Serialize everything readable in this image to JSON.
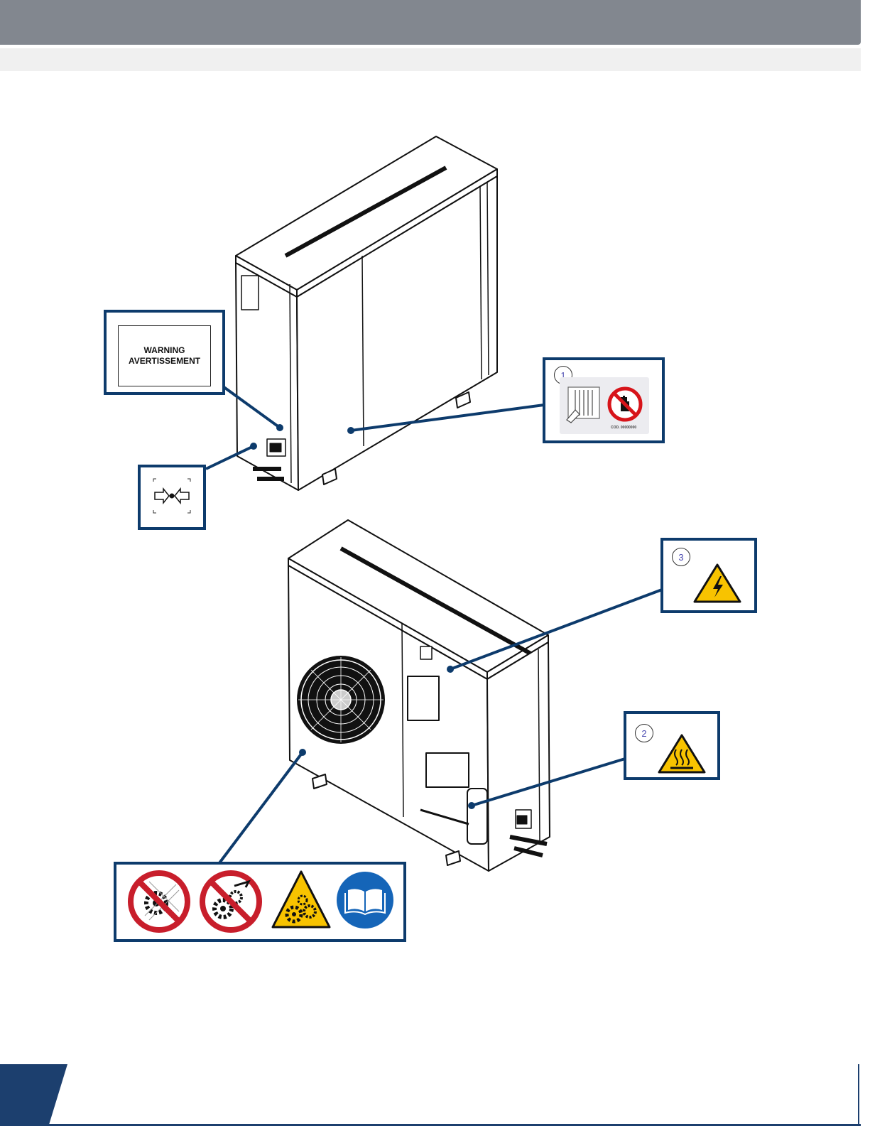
{
  "header": {
    "bar_color": "#82878f"
  },
  "accent_color": "#0d3b6c",
  "labels": {
    "warning": {
      "line1": "WARNING",
      "line2": "AVERTISSEMENT"
    },
    "label_1": {
      "number": "1",
      "icons": [
        "electrical-hazard-plug-icon",
        "do-not-touch-icon"
      ],
      "code": "COD. 00000000"
    },
    "label_2": {
      "number": "2",
      "icon": "hot-surface-warning-icon"
    },
    "label_3": {
      "number": "3",
      "icon": "electric-shock-warning-icon"
    },
    "refrigerant_connection": {
      "icon": "refrigerant-connection-arrows-icon"
    },
    "fan_safety": {
      "icons": [
        "no-hand-in-fan-icon",
        "no-maintenance-while-running-icon",
        "rotating-parts-warning-icon",
        "read-manual-icon"
      ]
    }
  }
}
